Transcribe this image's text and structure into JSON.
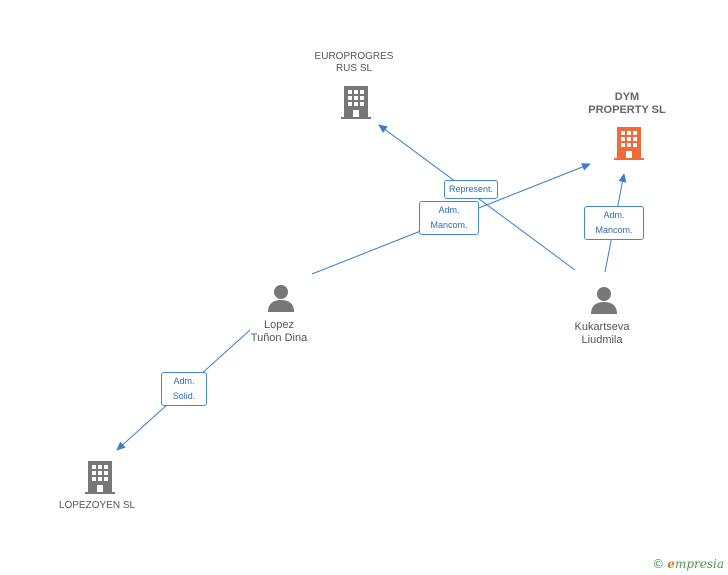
{
  "colors": {
    "edge": "#3a7fc8",
    "company": "#777777",
    "company_highlight": "#f06a3a",
    "person": "#777777",
    "label_border": "#4a89c8"
  },
  "nodes": {
    "europrogres": {
      "lines": [
        "EUROPROGRES",
        "RUS SL"
      ],
      "icon": "building-icon"
    },
    "dym": {
      "lines": [
        "DYM",
        "PROPERTY SL"
      ],
      "icon": "building-icon"
    },
    "lopez": {
      "lines": [
        "Lopez",
        "Tuñon Dina"
      ],
      "icon": "person-icon"
    },
    "kukartseva": {
      "lines": [
        "Kukartseva",
        "Liudmila"
      ],
      "icon": "person-icon"
    },
    "lopezoyen": {
      "lines": [
        "LOPEZOYEN SL"
      ],
      "icon": "building-icon"
    }
  },
  "edges": {
    "represent": {
      "lines": [
        "Represent."
      ]
    },
    "adm_mancom_lopez": {
      "lines": [
        "Adm.",
        "Mancom."
      ]
    },
    "adm_mancom_kuk": {
      "lines": [
        "Adm.",
        "Mancom."
      ]
    },
    "adm_solid": {
      "lines": [
        "Adm.",
        "Solid."
      ]
    }
  },
  "footer": {
    "copyright": "©",
    "brand_initial": "e",
    "brand_rest": "mpresia"
  }
}
